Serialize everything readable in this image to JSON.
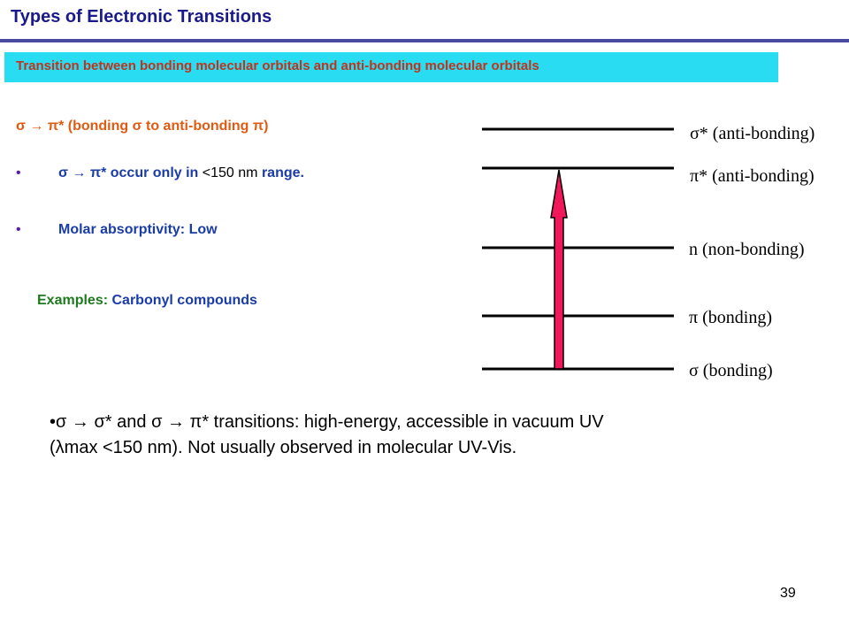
{
  "title": "Types of Electronic Transitions",
  "banner": "Transition between bonding molecular orbitals and anti-bonding molecular orbitals",
  "heading": "σ → π* (bonding σ to anti-bonding π)",
  "bullets": [
    {
      "marker": "•",
      "transition": "σ → π* occur only in",
      "range_value": "<150 nm",
      "range_word": "range."
    },
    {
      "marker": "•",
      "text": "Molar absorptivity: Low"
    }
  ],
  "examples": {
    "label": "Examples:",
    "value": "Carbonyl compounds"
  },
  "energy_levels": [
    {
      "label": "σ* (anti-bonding)"
    },
    {
      "label": "π* (anti-bonding)"
    },
    {
      "label": "n (non-bonding)"
    },
    {
      "label": "π (bonding)"
    },
    {
      "label": "σ (bonding)"
    }
  ],
  "note": "•σ → σ* and σ → π* transitions: high-energy, accessible in vacuum UV (λmax <150 nm). Not usually observed in molecular UV-Vis.",
  "page_number": "39",
  "colors": {
    "title": "#1a1a8c",
    "banner_bg": "#29dcf2",
    "banner_text": "#c0331c",
    "heading": "#e05a12",
    "bullet_text": "#1a3ca8",
    "examples_label": "#1e7a1e",
    "arrow": "#f0185a"
  }
}
